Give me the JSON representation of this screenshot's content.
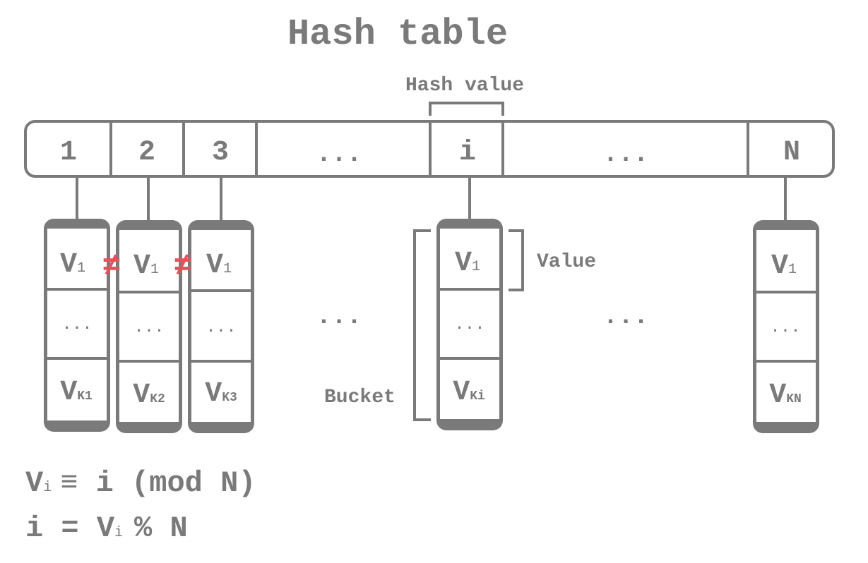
{
  "title": "Hash table",
  "labels": {
    "hash_value": "Hash value",
    "value": "Value",
    "bucket": "Bucket"
  },
  "slots": [
    "1",
    "2",
    "3",
    "...",
    "i",
    "...",
    "N"
  ],
  "buckets": [
    {
      "first": "V",
      "first_sub": "1",
      "middle": "...",
      "last": "V",
      "last_sub": "K1"
    },
    {
      "first": "V",
      "first_sub": "1",
      "middle": "...",
      "last": "V",
      "last_sub": "K2"
    },
    {
      "first": "V",
      "first_sub": "1",
      "middle": "...",
      "last": "V",
      "last_sub": "K3"
    },
    {
      "first": "V",
      "first_sub": "1",
      "middle": "...",
      "last": "V",
      "last_sub": "Ki"
    },
    {
      "first": "V",
      "first_sub": "1",
      "middle": "...",
      "last": "V",
      "last_sub": "KN"
    }
  ],
  "not_equal": "≠",
  "between_buckets": [
    "...",
    "..."
  ],
  "formulas": {
    "line1": {
      "v": "V",
      "sub": "i",
      "rest": "≡ i (mod N)"
    },
    "line2": {
      "pre": "i = V",
      "sub": "i",
      "rest": "% N"
    }
  },
  "colors": {
    "ink": "#7a7a7a",
    "not_equal": "#e8505b",
    "background": "#ffffff"
  }
}
